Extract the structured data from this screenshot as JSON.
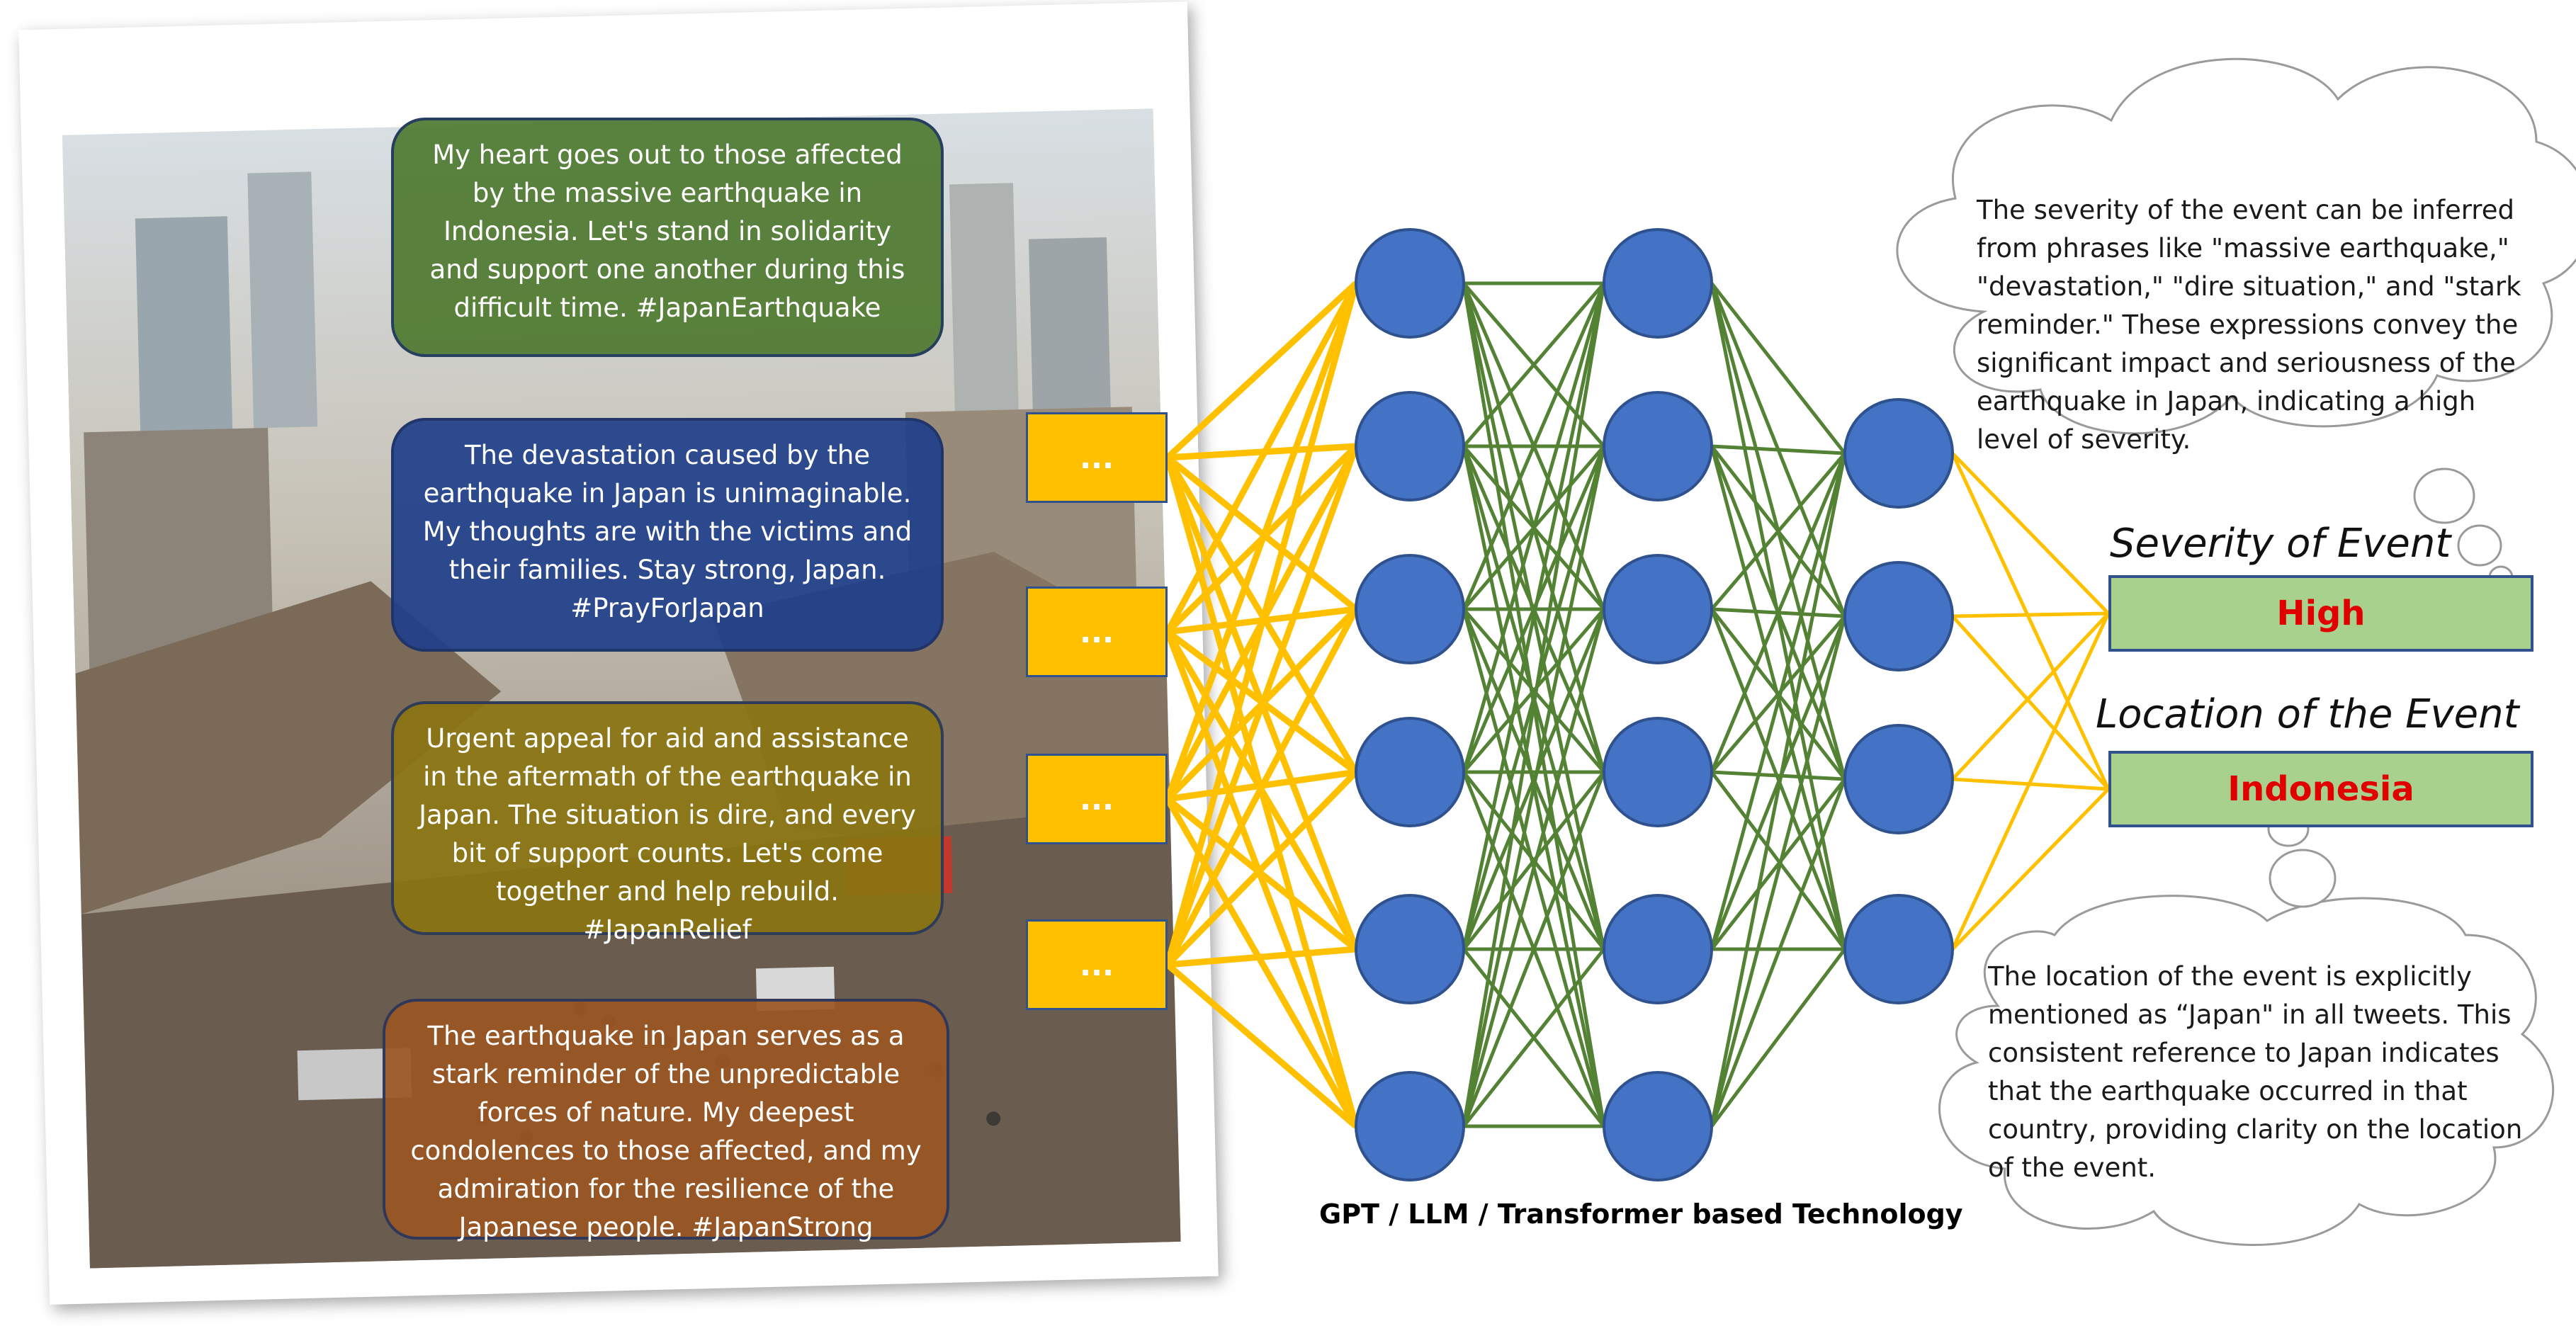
{
  "tweets": [
    {
      "text": "My heart goes out to those affected by the massive earthquake in Indonesia. Let's stand in solidarity and support one another during this difficult time. #JapanEarthquake",
      "color": "#4e7a30"
    },
    {
      "text": "The devastation caused by the earthquake in Japan is unimaginable. My thoughts are with the victims and their families. Stay strong, Japan. #PrayForJapan",
      "color": "#1f3f8a"
    },
    {
      "text": "Urgent appeal for aid and assistance in the aftermath of the earthquake in Japan. The situation is dire, and every bit of support counts. Let's come together and help rebuild. #JapanRelief",
      "color": "#8a7410"
    },
    {
      "text": "The earthquake in Japan serves as a stark reminder of the unpredictable forces of nature. My deepest condolences to those affected, and my admiration for the resilience of the Japanese people. #JapanStrong",
      "color": "#9b5622"
    }
  ],
  "token_label": "...",
  "network": {
    "caption": "GPT / LLM / Transformer based Technology",
    "node_color": "#4472c4",
    "input_edge_color": "#ffc000",
    "hidden_edge_color": "#548235",
    "output_edge_color": "#ffc000"
  },
  "severity_reasoning": "The severity of the event can be inferred from phrases like \"massive earthquake,\" \"devastation,\" \"dire situation,\" and \"stark reminder.\" These expressions convey the significant impact and seriousness of the earthquake in Japan, indicating a high level of severity.",
  "location_reasoning": "The location of the event is explicitly mentioned as “Japan\" in all tweets. This consistent reference to Japan indicates that the earthquake occurred in that country, providing clarity on the location of the event.",
  "outputs": {
    "severity_title": "Severity of Event",
    "severity_value": "High",
    "location_title": "Location of the Event",
    "location_value": "Indonesia",
    "value_color": "#e00000",
    "box_color": "#a9d18e"
  }
}
